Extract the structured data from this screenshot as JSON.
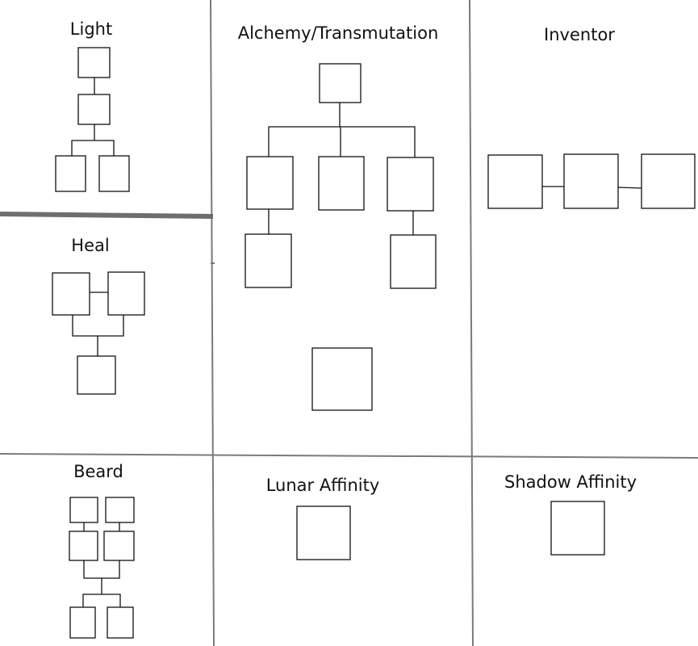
{
  "sections": [
    {
      "id": "light",
      "title": "Light"
    },
    {
      "id": "alchemy",
      "title": "Alchemy/Transmutation"
    },
    {
      "id": "inventor",
      "title": "Inventor"
    },
    {
      "id": "heal",
      "title": "Heal"
    },
    {
      "id": "beard",
      "title": "Beard"
    },
    {
      "id": "lunar",
      "title": "Lunar Affinity"
    },
    {
      "id": "shadow",
      "title": "Shadow Affinity"
    }
  ]
}
